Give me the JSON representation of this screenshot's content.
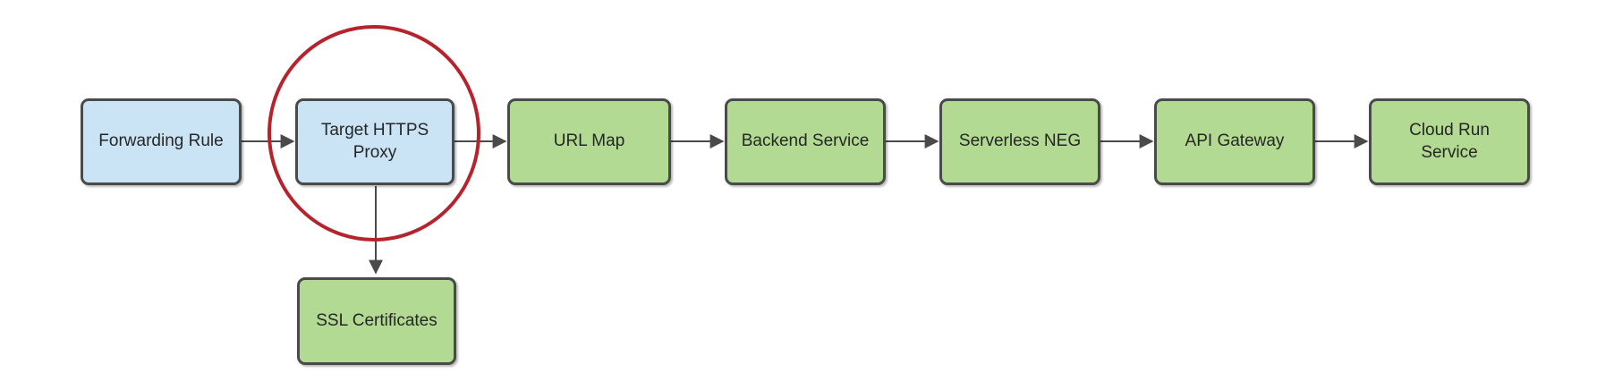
{
  "diagram": {
    "description": "Flowchart of Google Cloud HTTPS load balancing components, with the Target HTTPS Proxy node circled in red",
    "nodes": [
      {
        "id": "forwarding-rule",
        "label": "Forwarding Rule",
        "fill": "#cbe4f5"
      },
      {
        "id": "target-https-proxy",
        "label": "Target HTTPS Proxy",
        "fill": "#cbe4f5",
        "annotation": "red-circle-highlight"
      },
      {
        "id": "url-map",
        "label": "URL Map",
        "fill": "#b3da92"
      },
      {
        "id": "backend-service",
        "label": "Backend Service",
        "fill": "#b3da92"
      },
      {
        "id": "serverless-neg",
        "label": "Serverless NEG",
        "fill": "#b3da92"
      },
      {
        "id": "api-gateway",
        "label": "API Gateway",
        "fill": "#b3da92"
      },
      {
        "id": "cloud-run-service",
        "label": "Cloud Run Service",
        "fill": "#b3da92"
      },
      {
        "id": "ssl-certificates",
        "label": "SSL Certificates",
        "fill": "#b3da92"
      }
    ],
    "edges": [
      {
        "from": "forwarding-rule",
        "to": "target-https-proxy"
      },
      {
        "from": "target-https-proxy",
        "to": "url-map"
      },
      {
        "from": "url-map",
        "to": "backend-service"
      },
      {
        "from": "backend-service",
        "to": "serverless-neg"
      },
      {
        "from": "serverless-neg",
        "to": "api-gateway"
      },
      {
        "from": "api-gateway",
        "to": "cloud-run-service"
      },
      {
        "from": "target-https-proxy",
        "to": "ssl-certificates"
      }
    ],
    "colors": {
      "node_blue_fill": "#cbe4f5",
      "node_green_fill": "#b3da92",
      "node_border": "#4a4a4a",
      "connector": "#4a4a4a",
      "highlight_red": "#b5232d",
      "text": "#262626",
      "background": "#ffffff"
    }
  }
}
